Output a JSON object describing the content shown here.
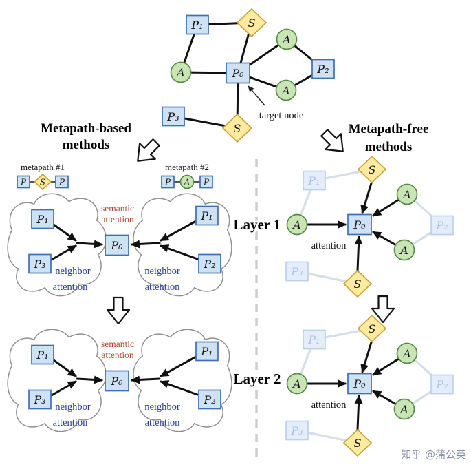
{
  "labels": {
    "p0": "P₀",
    "p1": "P₁",
    "p2": "P₂",
    "p3": "P₃",
    "s": "S",
    "a": "A",
    "p": "P"
  },
  "headings": {
    "left_line1": "Metapath-based",
    "left_line2": "methods",
    "right_line1": "Metapath-free",
    "right_line2": "methods"
  },
  "top_graph": {
    "target_label": "target node"
  },
  "metapath_legend": {
    "metapath1": "metapath #1",
    "metapath2": "metapath #2"
  },
  "left_panel": {
    "semantic_line1": "semantic",
    "semantic_line2": "attention",
    "neighbor_line1": "neighbor",
    "neighbor_line2": "attention",
    "layer1": "Layer 1",
    "layer2": "Layer 2"
  },
  "right_panel": {
    "attention": "attention"
  },
  "watermark": "知乎 @蒲公英",
  "colors": {
    "node-blue-fill": "#cfe2f4",
    "node-blue-stroke": "#3f6eb5",
    "faded-fill": "#e4edf9",
    "faded-stroke": "#bad1ec",
    "faded-text": "#a9c4e5",
    "diamond-fill": "#feeb9f",
    "diamond-stroke": "#c9a43a",
    "circle-fill": "#c9e5b6",
    "circle-stroke": "#568b42",
    "edge-black": "#101010",
    "edge-faded": "#d5dee9",
    "semantic-red": "#b2483b",
    "neighbor-blue": "#2a3b92",
    "cloud-stroke": "#8f8f8f",
    "dash-gray": "#cdcdcd",
    "watermark-gray": "#8590a6"
  }
}
